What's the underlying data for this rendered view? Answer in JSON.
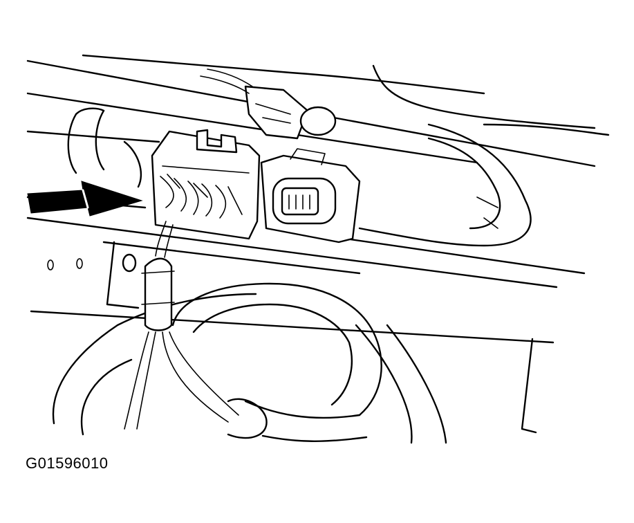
{
  "figure": {
    "id": "G01596010",
    "subject": "connector-location-illustration",
    "callouts": [
      "arrow-pointing-to-connector"
    ]
  }
}
